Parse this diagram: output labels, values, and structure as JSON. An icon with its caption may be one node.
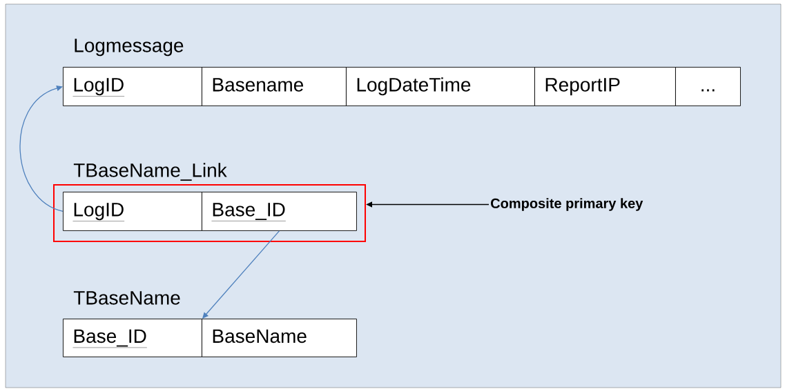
{
  "diagram": {
    "nodes": [
      {
        "text": [
          "LogID"
        ]
      },
      {
        "text": [
          "Basename"
        ]
      },
      {
        "text": [
          "LogDateTime"
        ]
      },
      {
        "text": [
          "ReportIP"
        ]
      },
      {
        "text": [
          "..."
        ]
      },
      {
        "text": [],
        "shape": "box"
      },
      {
        "text": [
          "LogID"
        ],
        "in": 5
      },
      {
        "text": [
          "Base_ID"
        ],
        "in": 5
      },
      {
        "text": [
          "Composite primary key"
        ]
      },
      {
        "text": [
          "Base_ID"
        ]
      },
      {
        "text": [
          "BaseName"
        ]
      }
    ],
    "edges": [
      {
        "from": 6,
        "to": 0,
        "arrow": "to",
        "color": "#4f81bd"
      },
      {
        "from": 7,
        "to": 9,
        "arrow": "to",
        "color": "#4f81bd"
      },
      {
        "from": 8,
        "to": 5,
        "arrow": "to",
        "color": "#000000"
      }
    ],
    "labels": [
      "Logmessage",
      "TBaseName_Link",
      "TBaseName"
    ]
  }
}
